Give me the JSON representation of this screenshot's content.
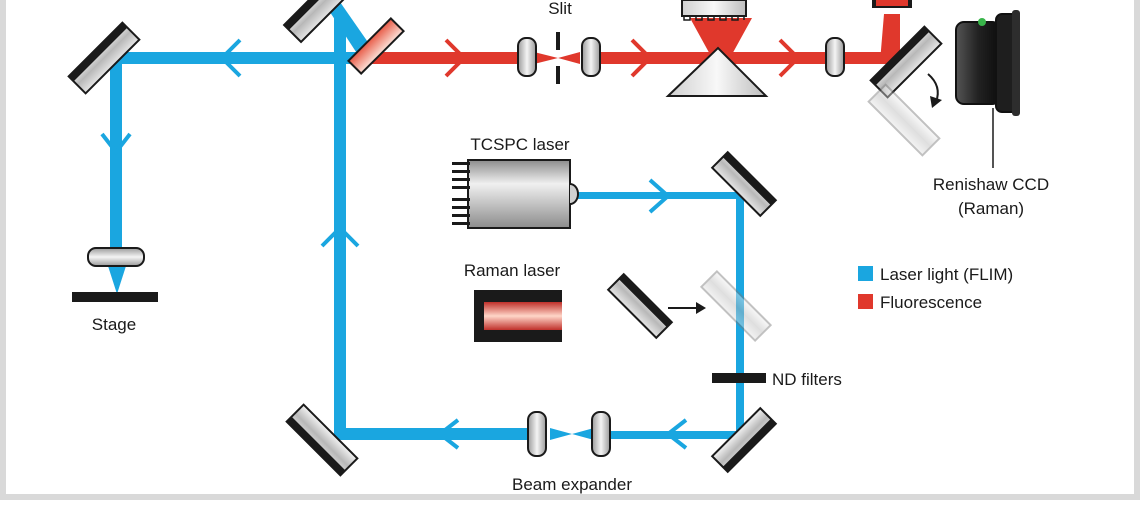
{
  "labels": {
    "slit": "Slit",
    "tcspc_laser": "TCSPC laser",
    "raman_laser": "Raman laser",
    "stage": "Stage",
    "nd_filters": "ND filters",
    "beam_expander": "Beam expander",
    "ccd_line1": "Renishaw CCD",
    "ccd_line2": "(Raman)"
  },
  "legend": {
    "items": [
      {
        "label": "Laser light (FLIM)",
        "color": "#1aa6e0"
      },
      {
        "label": "Fluorescence",
        "color": "#e0382c"
      }
    ]
  },
  "colors": {
    "laser": "#1aa6e0",
    "fluorescence": "#e0382c",
    "frame": "#d9d9d9",
    "mirror_dark": "#1a1a1a"
  }
}
